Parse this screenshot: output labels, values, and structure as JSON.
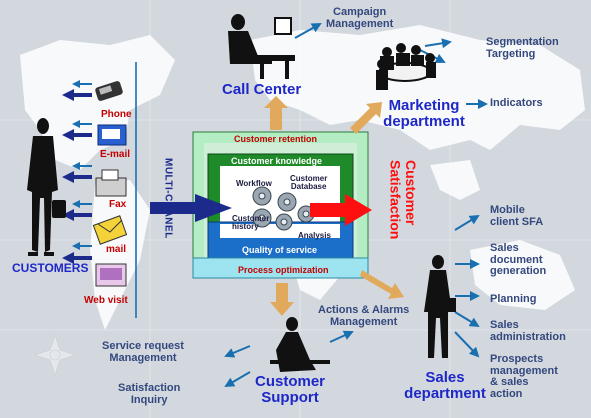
{
  "channels": {
    "phone": "Phone",
    "email": "E-mail",
    "fax": "Fax",
    "mail": "mail",
    "web": "Web visit"
  },
  "customers": "CUSTOMERS",
  "multichannel": "MULTI-CHANEL",
  "call_center": "Call Center",
  "marketing": {
    "title_line1": "Marketing",
    "title_line2": "department",
    "campaign": "Campaign\nManagement",
    "segmentation": "Segmentation\nTargeting",
    "indicators": "Indicators"
  },
  "center": {
    "retention": "Customer retention",
    "knowledge": "Customer knowledge",
    "workflow": "Workflow",
    "database": "Customer\nDatabase",
    "history": "Customer\nhistory",
    "analysis": "Analysis",
    "quality": "Quality of service",
    "process": "Process optimization"
  },
  "satisfaction": {
    "line1": "Customer",
    "line2": "Satisfaction"
  },
  "sales": {
    "title_line1": "Sales",
    "title_line2": "department",
    "items": [
      "Mobile\nclient SFA",
      "Sales\ndocument\ngeneration",
      "Planning",
      "Sales\nadministration",
      "Prospects\nmanagement\n& sales\naction"
    ]
  },
  "support": {
    "title_line1": "Customer",
    "title_line2": "Support",
    "actions": "Actions & Alarms\nManagement",
    "service": "Service request\nManagement",
    "satisfaction_inquiry": "Satisfaction\nInquiry"
  },
  "colors": {
    "background": "#d2d8de",
    "map": "#ffffff",
    "arrow_blue": "#1a6fb0",
    "arrow_navy": "#1c2a8c",
    "arrow_orange": "#e1a95c",
    "arrow_red": "#ff1010",
    "heading_blue": "#1e28c8",
    "label_blue": "#34487e",
    "retention_band": "#b4ecc4",
    "knowledge_band": "#1e8a2a",
    "quality_band": "#1c6fc8",
    "process_band": "#9ee4f0"
  }
}
